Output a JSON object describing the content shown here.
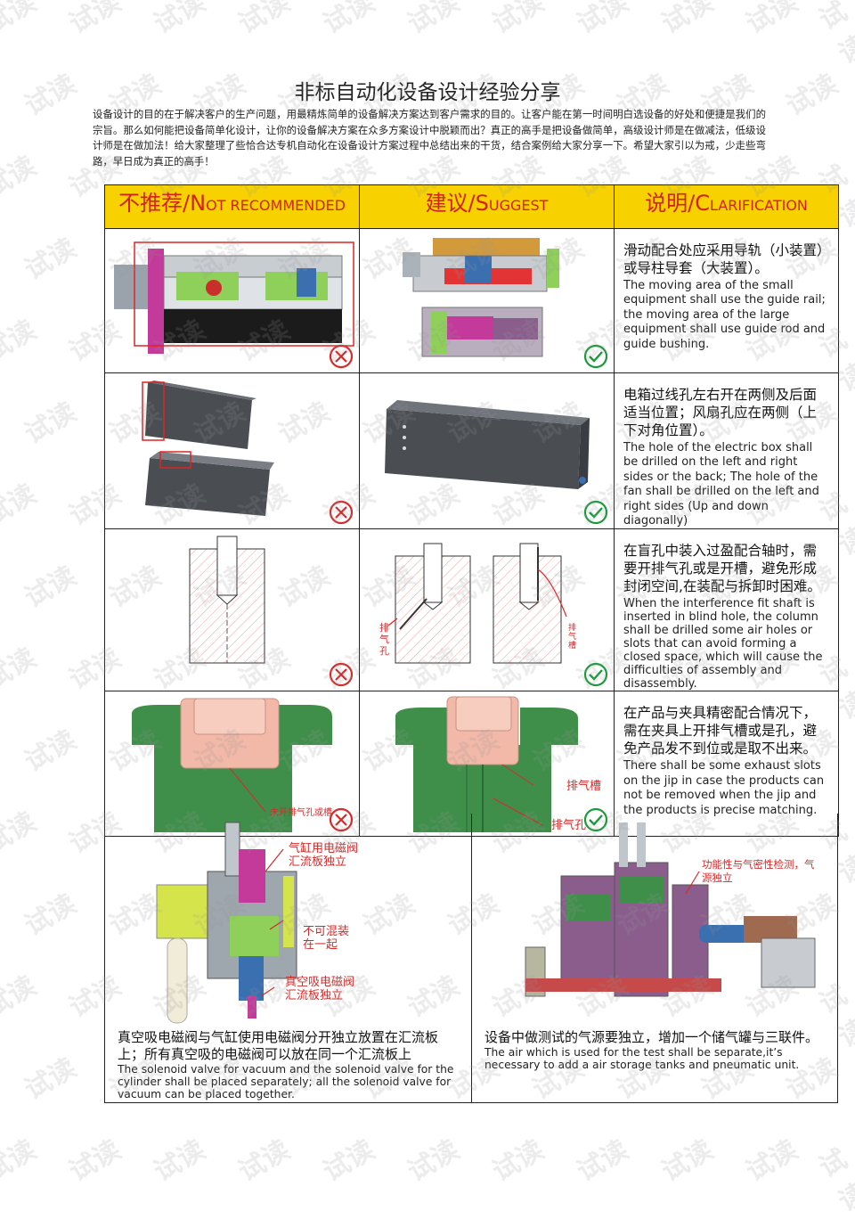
{
  "watermark": "试读",
  "title": "非标自动化设备设计经验分享",
  "intro": "设备设计的目的在于解决客户的生产问题，用最精炼简单的设备解决方案达到客户需求的目的。让客户能在第一时间明白选设备的好处和便捷是我们的宗旨。那么如何能把设备简单化设计，让你的设备解决方案在众多方案设计中脱颖而出？真正的高手是把设备做简单，高级设计师是在做减法，低级设计师是在做加法！给大家整理了些恰合达专机自动化在设备设计方案过程中总结出来的干货，结合案例给大家分享一下。希望大家引以为戒，少走些弯路，早日成为真正的高手！",
  "header": {
    "col1_cn": "不推荐/",
    "col1_en_big": "N",
    "col1_en": "OT RECOMMENDED",
    "col2_cn": "建议/",
    "col2_en_big": "S",
    "col2_en": "UGGEST",
    "col3_cn": "说明/",
    "col3_en_big": "C",
    "col3_en": "LARIFICATION"
  },
  "rows": [
    {
      "cn": "滑动配合处应采用导轨（小装置）或导柱导套（大装置）。",
      "en": "The moving area of the small equipment shall use the guide rail; the moving area of the large equipment shall use guide rod and guide bushing."
    },
    {
      "cn": "电箱过线孔左右开在两侧及后面适当位置；风扇孔应在两侧（上下对角位置）。",
      "en": "The hole of the electric box shall be drilled on the left and right sides or the back; The hole of the fan shall be drilled on the left and right sides (Up and down diagonally)"
    },
    {
      "cn": "在盲孔中装入过盈配合轴时，需要开排气孔或是开槽，避免形成封闭空间,在装配与拆卸时困难。",
      "en": "When the interference fit shaft is inserted in blind hole, the column shall be drilled some air holes or slots that can avoid forming a closed space, which will cause the difficulties of assembly and disassembly.",
      "label_left": "排气孔",
      "label_right": "排气槽"
    },
    {
      "cn": "在产品与夹具精密配合情况下，需在夹具上开排气槽或是孔，避免产品发不到位或是取不出来。",
      "en": "There shall be some exhaust slots on the jip in case the products can not be removed when the jip and the products is precise matching.",
      "label_bad": "未开排气孔或槽",
      "label_slot": "排气槽",
      "label_hole": "排气孔"
    }
  ],
  "bottom_left": {
    "label1": "气缸用电磁阀汇流板独立",
    "label2": "不可混装在一起",
    "label3": "真空吸电磁阀汇流板独立",
    "cn": "真空吸电磁阀与气缸使用电磁阀分开独立放置在汇流板上；所有真空吸的电磁阀可以放在同一个汇流板上",
    "en": "The solenoid valve for vacuum and the solenoid valve for the cylinder shall be placed separately; all the solenoid valve for vacuum can be placed together."
  },
  "bottom_right": {
    "label1": "功能性与气密性检测，气源独立",
    "cn": "设备中做测试的气源要独立，增加一个储气罐与三联件。",
    "en": "The air which is used for the test shall be separate,it’s necessary to add a air storage tanks and pneumatic unit."
  },
  "colors": {
    "header_bg": "#f7d200",
    "header_text": "#d3201c",
    "ok": "#1a9a3a",
    "no": "#d62a2a",
    "fixture_green": "#3f8f4a",
    "product_pink": "#f2b9a8"
  },
  "icons": [
    "check-circle-icon",
    "cross-circle-icon"
  ]
}
